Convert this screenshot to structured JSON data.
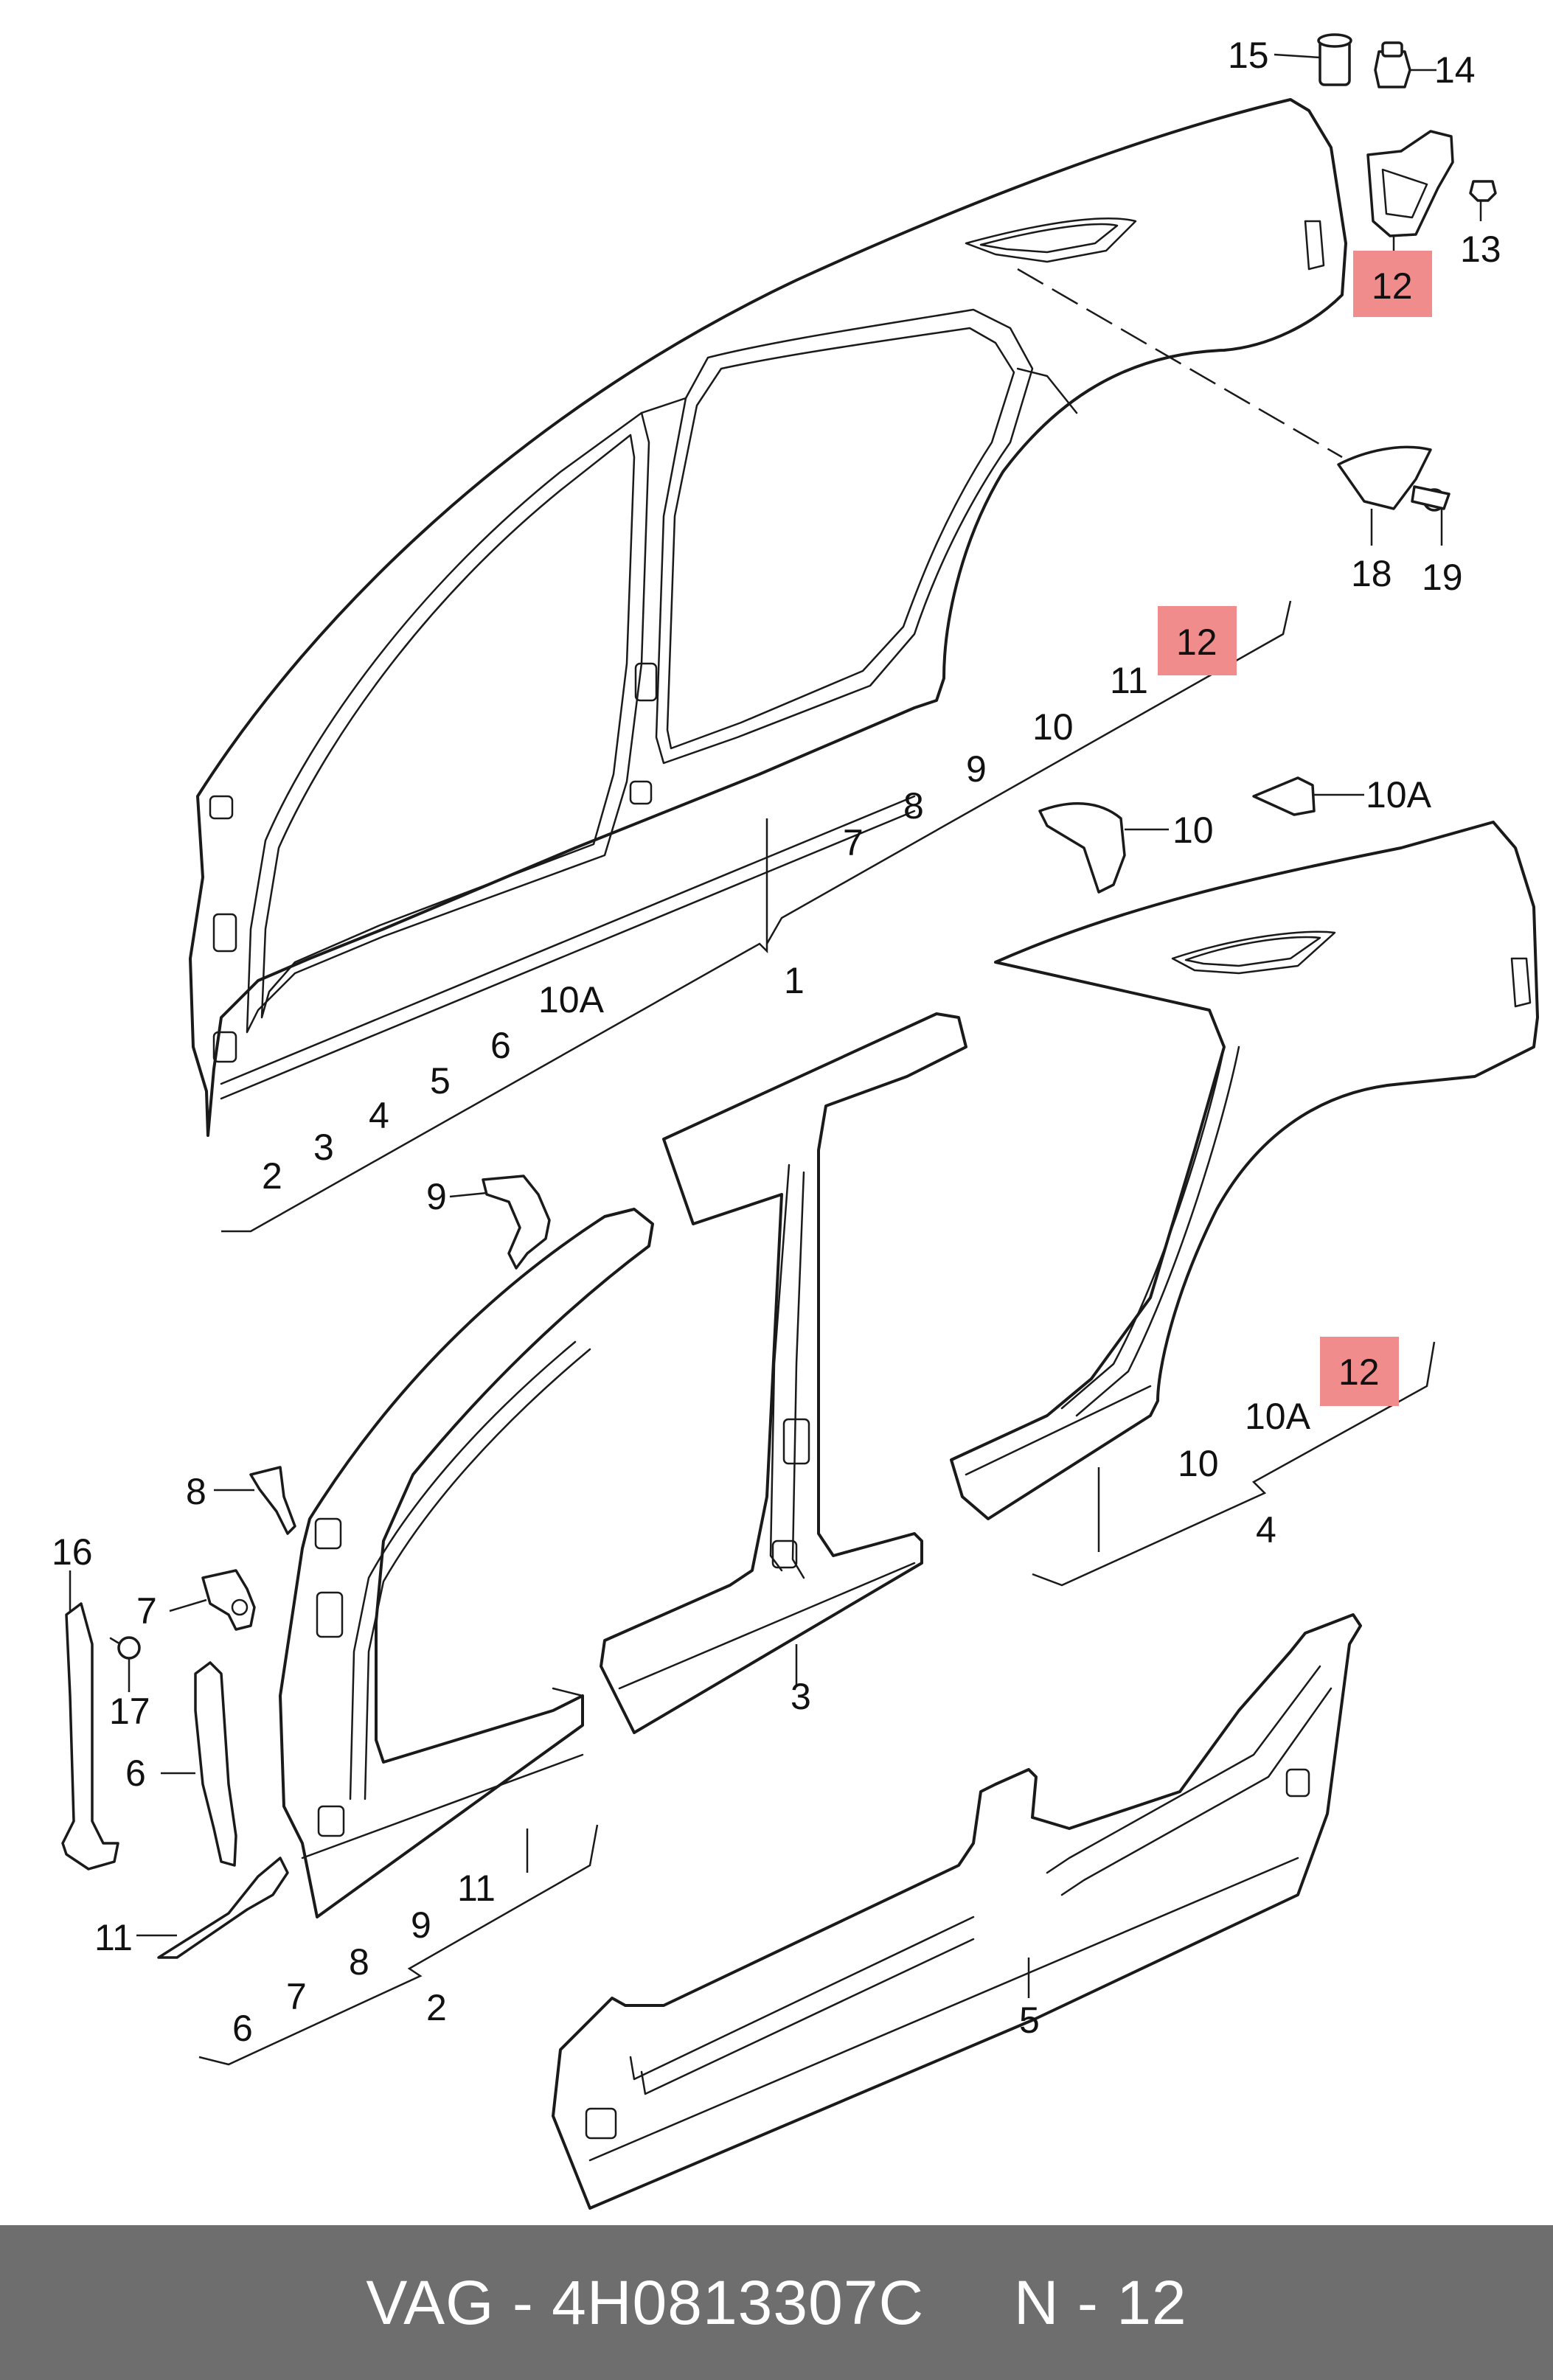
{
  "labels": {
    "l15": "15",
    "l14": "14",
    "l13": "13",
    "l12a": "12",
    "l18": "18",
    "l19": "19",
    "l12b": "12",
    "l11a": "11",
    "l10a": "10",
    "l9a": "9",
    "l8a": "8",
    "l7a": "7",
    "l10Aa": "10A",
    "l6a": "6",
    "l5a": "5",
    "l4a": "4",
    "l3a": "3",
    "l2a": "2",
    "l1": "1",
    "l10b": "10",
    "l10Ab": "10A",
    "l9b": "9",
    "l12c": "12",
    "l10Ac": "10A",
    "l10c": "10",
    "l4b": "4",
    "l8b": "8",
    "l16": "16",
    "l7b": "7",
    "l17": "17",
    "l6b": "6",
    "l3b": "3",
    "l11b": "11",
    "l9c": "9",
    "l8c": "8",
    "l7c": "7",
    "l6c": "6",
    "l2b": "2",
    "l11c": "11",
    "l5b": "5"
  },
  "highlight_color": "#f08c8c",
  "footer": {
    "text": "VAG - 4H0813307C     N - 12",
    "background": "#6e6e6e"
  }
}
